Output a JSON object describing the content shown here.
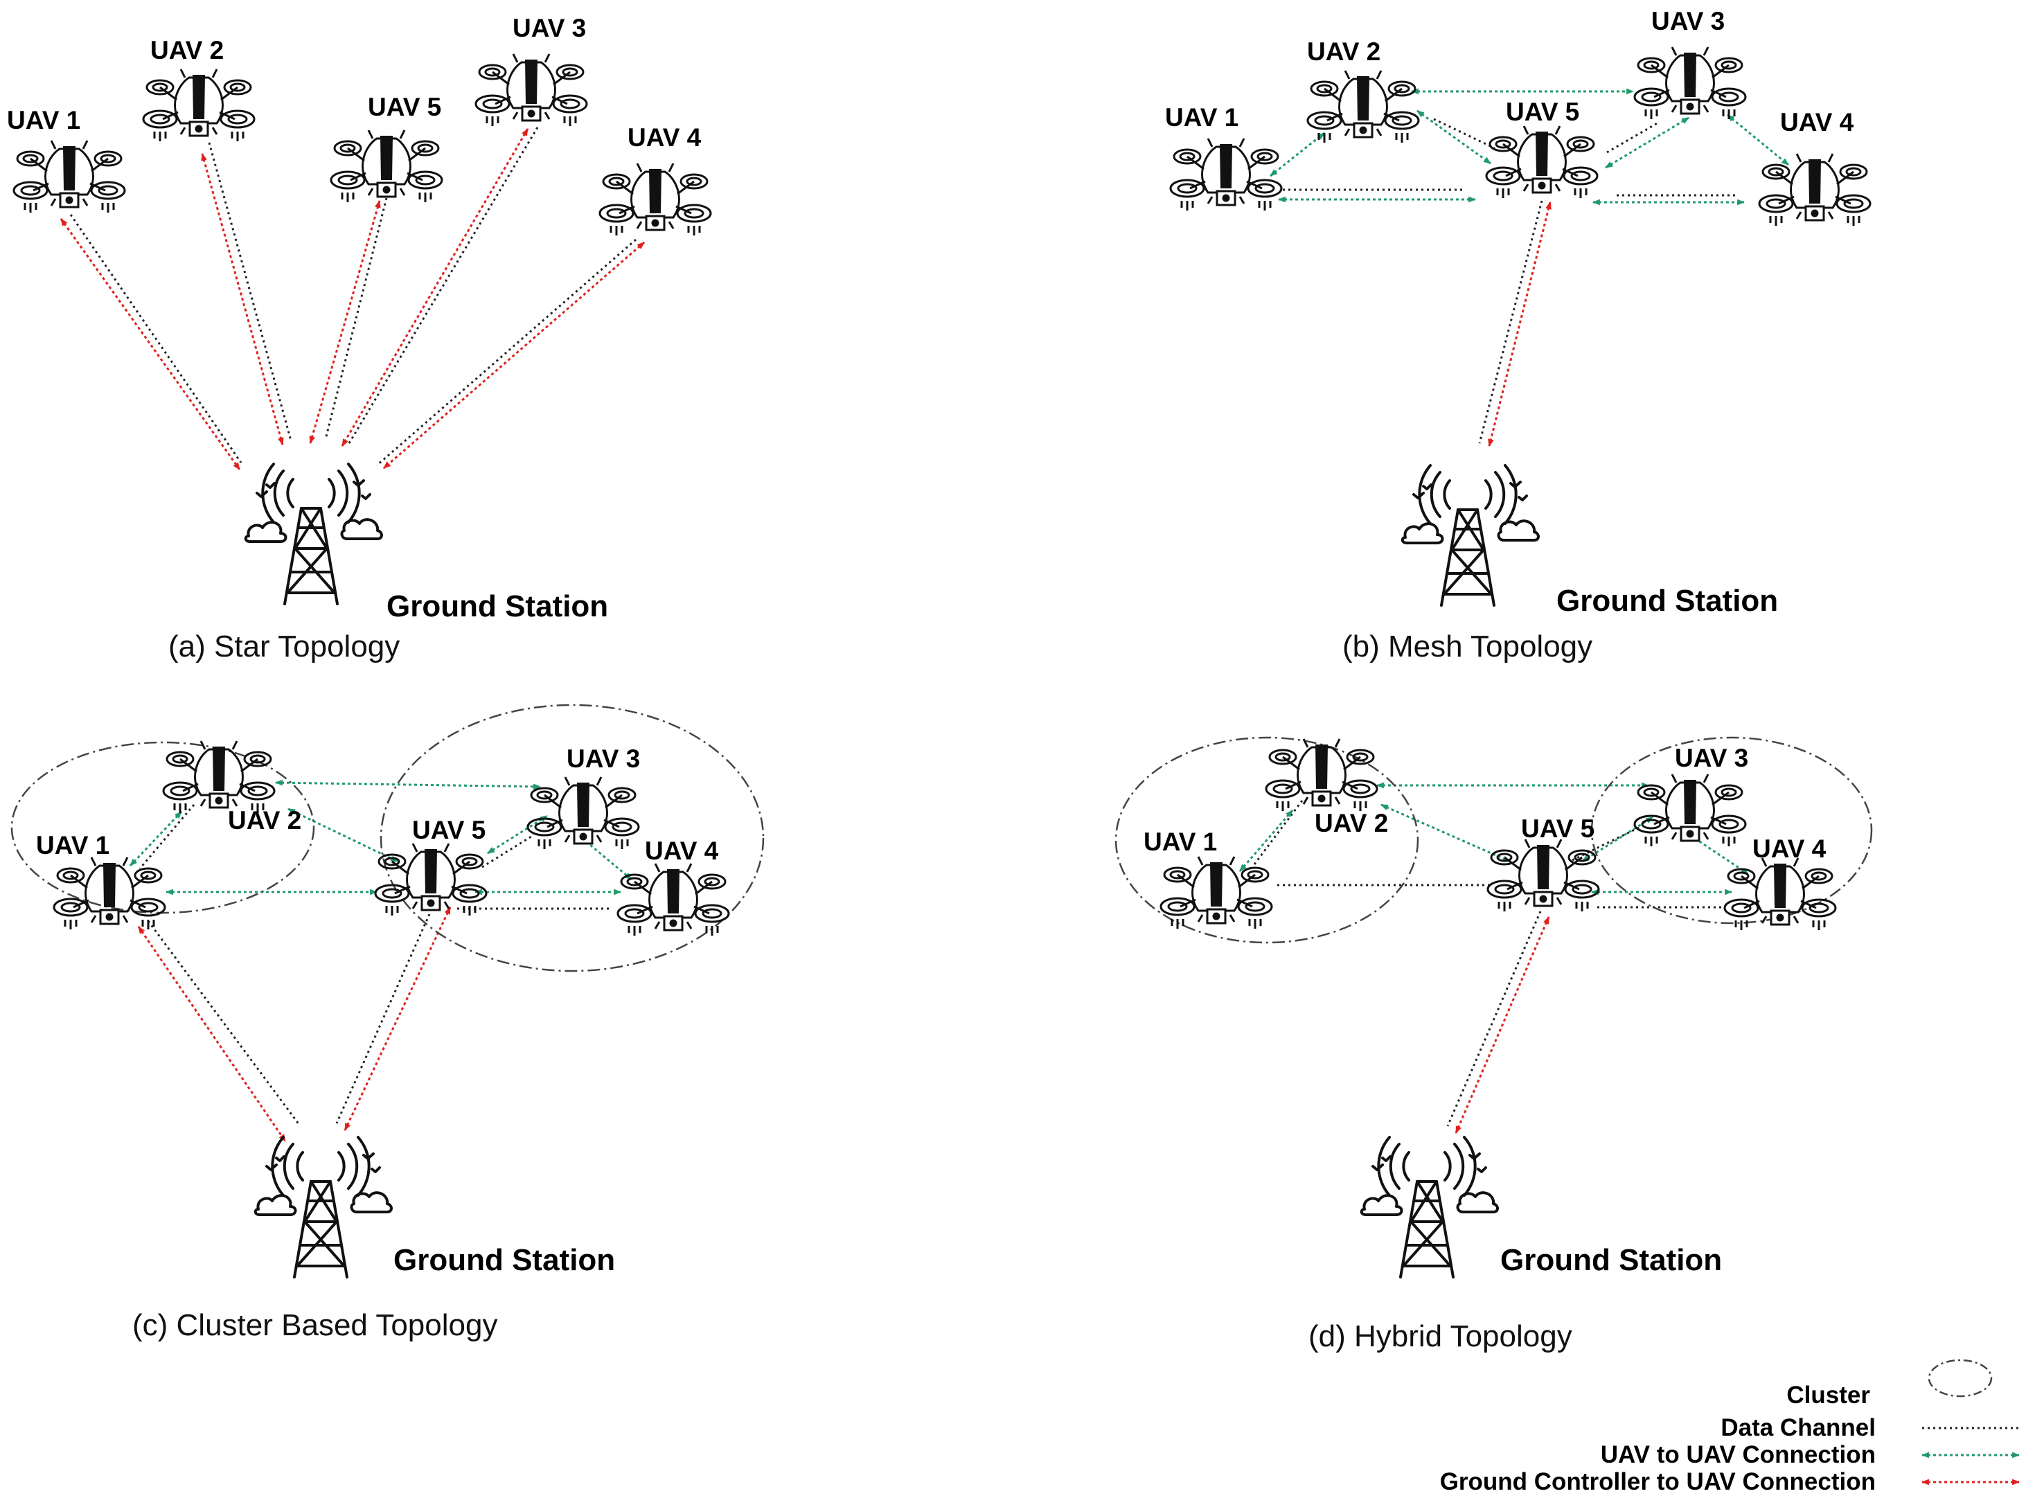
{
  "colors": {
    "data_channel": "#222222",
    "uav_to_uav": "#1f9a6a",
    "ground_controller": "#e0201b",
    "cluster": "#444444"
  },
  "icons": {
    "uav": "quadcopter-drone-icon",
    "ground_station": "radio-tower-icon"
  },
  "panels": {
    "a": {
      "caption": "(a) Star Topology",
      "ground_station": "Ground Station",
      "uavs": {
        "uav1": "UAV 1",
        "uav2": "UAV 2",
        "uav3": "UAV 3",
        "uav4": "UAV 4",
        "uav5": "UAV 5"
      }
    },
    "b": {
      "caption": "(b) Mesh Topology",
      "ground_station": "Ground Station",
      "uavs": {
        "uav1": "UAV 1",
        "uav2": "UAV 2",
        "uav3": "UAV 3",
        "uav4": "UAV 4",
        "uav5": "UAV 5"
      }
    },
    "c": {
      "caption": "(c) Cluster Based Topology",
      "ground_station": "Ground Station",
      "uavs": {
        "uav1": "UAV 1",
        "uav2": "UAV 2",
        "uav3": "UAV 3",
        "uav4": "UAV 4",
        "uav5": "UAV 5"
      }
    },
    "d": {
      "caption": "(d) Hybrid Topology",
      "ground_station": "Ground Station",
      "uavs": {
        "uav1": "UAV 1",
        "uav2": "UAV 2",
        "uav3": "UAV 3",
        "uav4": "UAV 4",
        "uav5": "UAV 5"
      }
    }
  },
  "legend": {
    "cluster": "Cluster",
    "data_channel": "Data Channel",
    "uav_to_uav": "UAV to UAV Connection",
    "ground_controller": "Ground Controller to UAV Connection"
  }
}
